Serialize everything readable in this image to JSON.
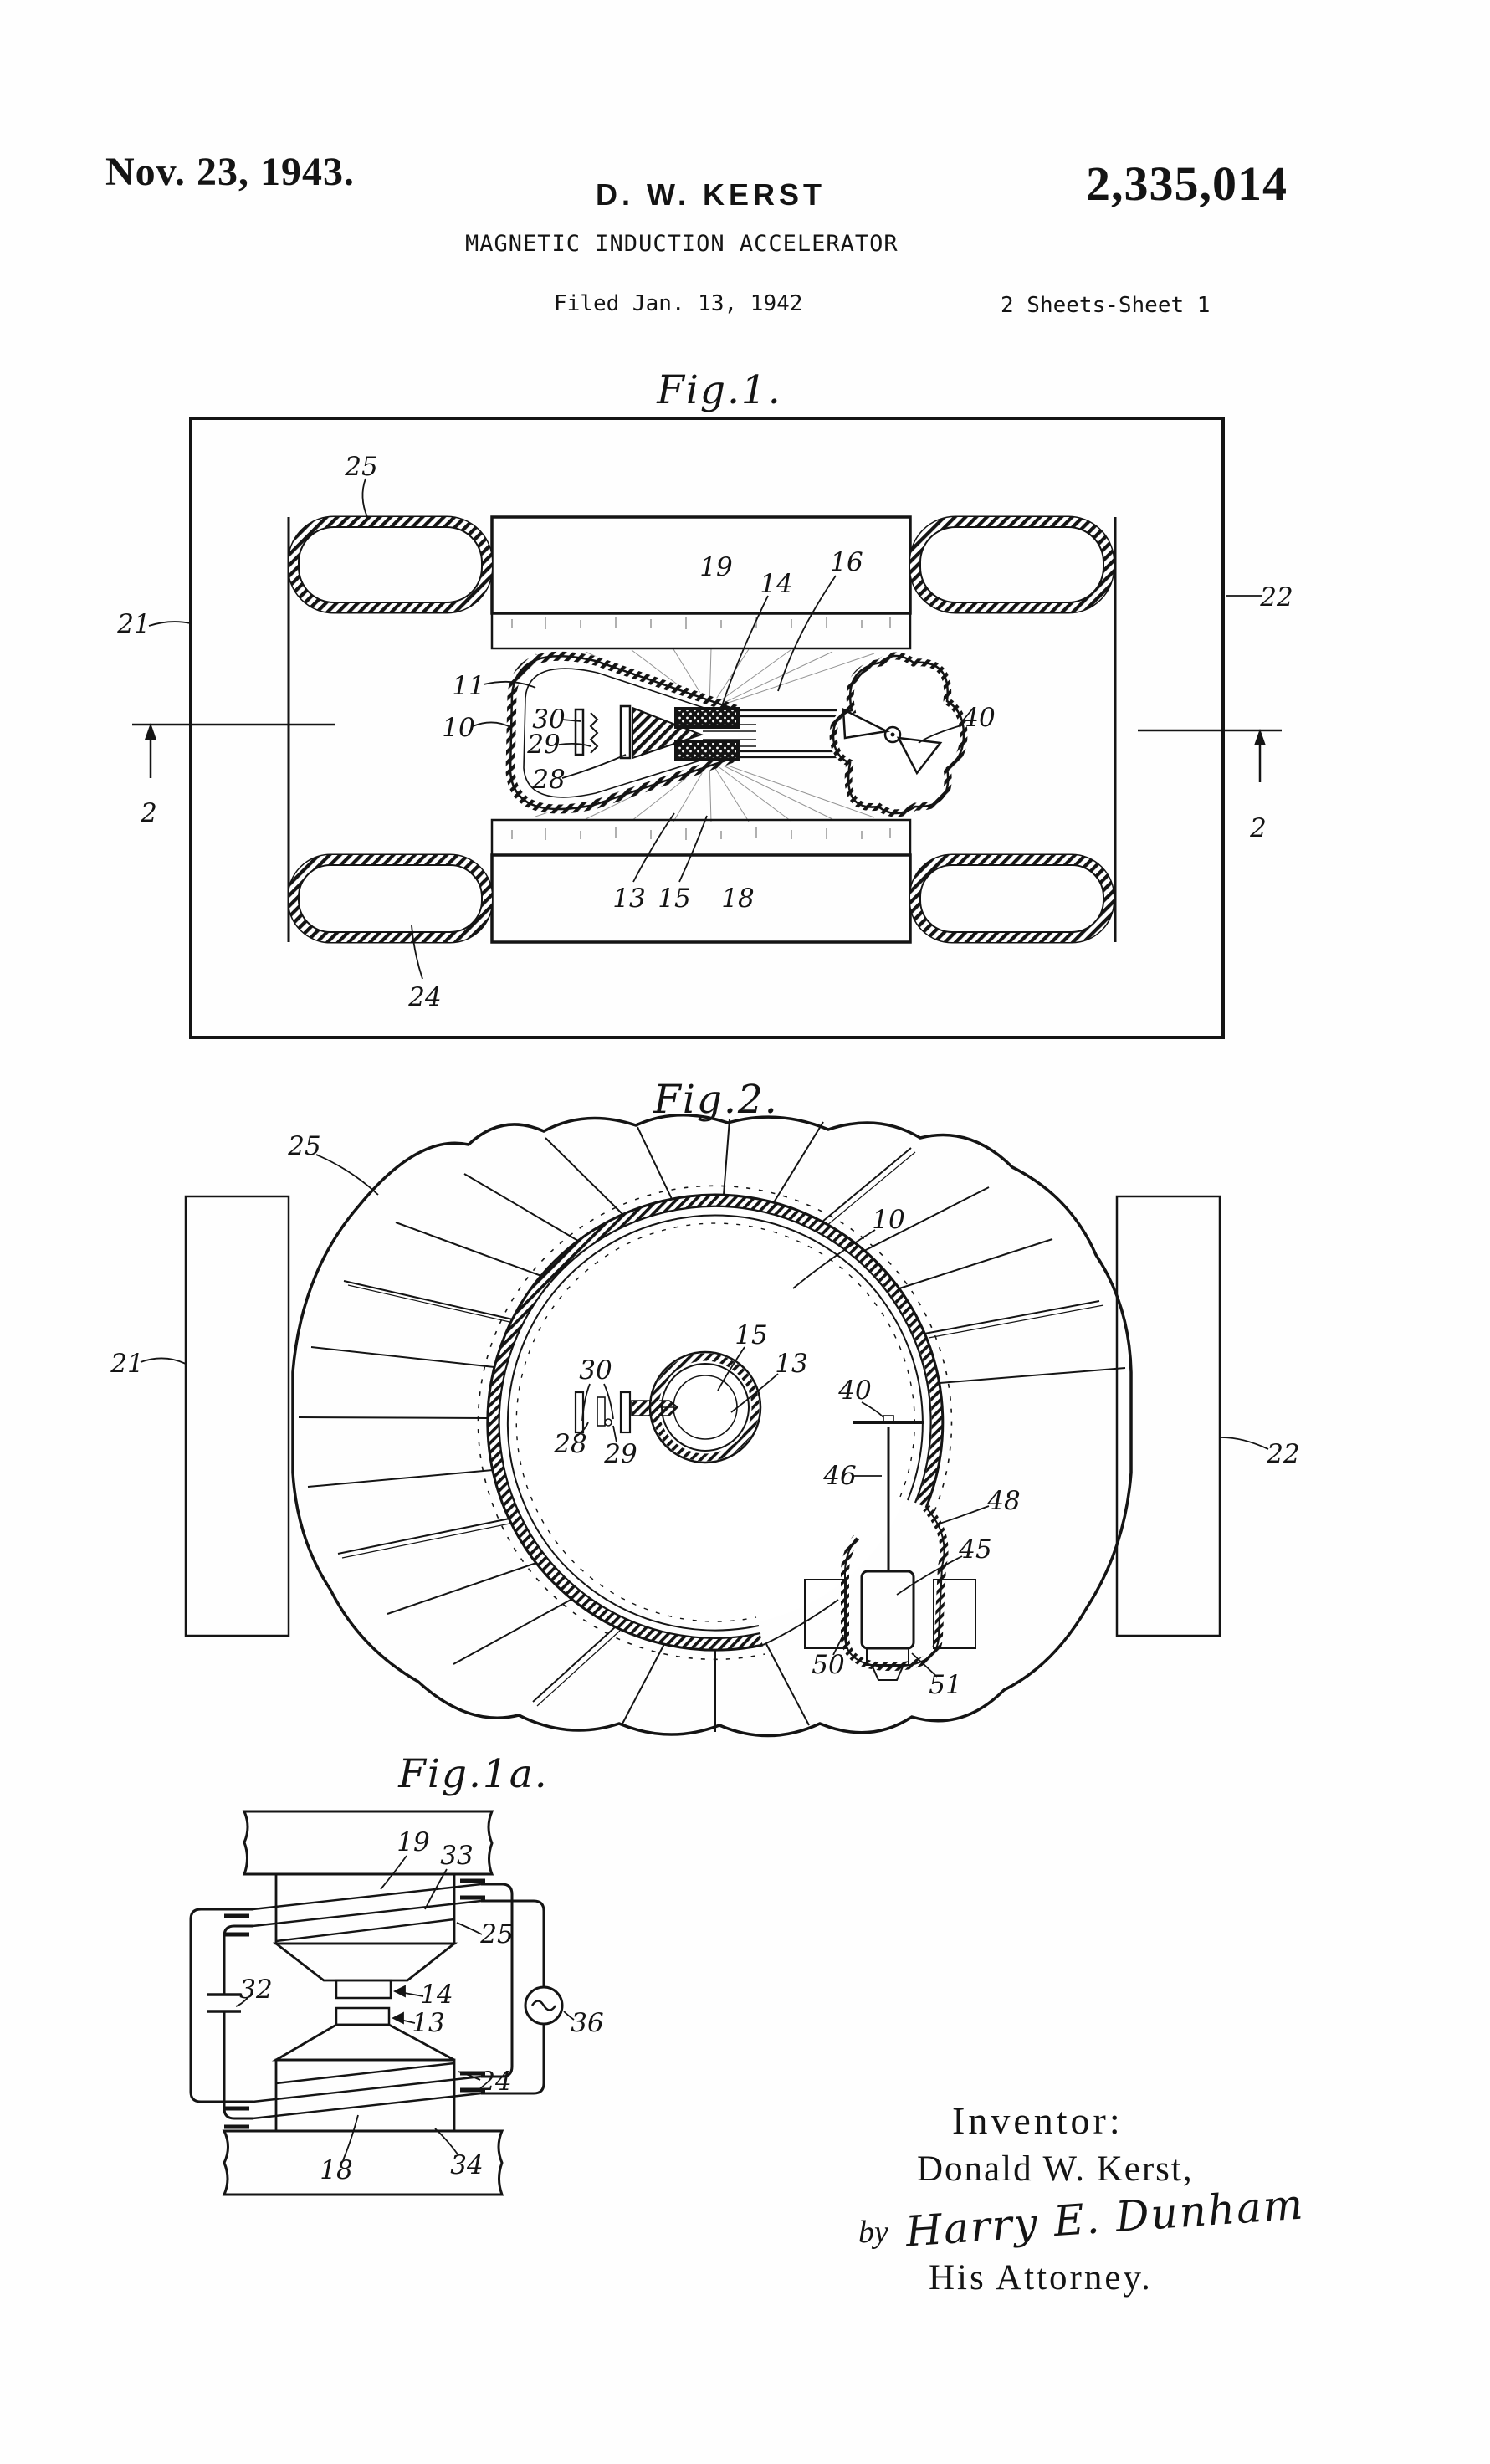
{
  "header": {
    "date": "Nov. 23, 1943.",
    "inventor_name": "D. W. KERST",
    "patent_number": "2,335,014",
    "title": "MAGNETIC INDUCTION ACCELERATOR",
    "filed": "Filed Jan. 13, 1942",
    "sheet": "2 Sheets-Sheet 1"
  },
  "figures": {
    "fig1": {
      "caption": "Fig.1.",
      "labels": [
        "25",
        "19",
        "14",
        "16",
        "21",
        "22",
        "11",
        "10",
        "30",
        "29",
        "28",
        "40",
        "2",
        "2",
        "13",
        "15",
        "18",
        "24"
      ]
    },
    "fig2": {
      "caption": "Fig.2.",
      "labels": [
        "25",
        "10",
        "21",
        "22",
        "15",
        "13",
        "30",
        "28",
        "29",
        "40",
        "46",
        "48",
        "45",
        "50",
        "51"
      ]
    },
    "fig1a": {
      "caption": "Fig.1a.",
      "labels": [
        "19",
        "33",
        "25",
        "32",
        "14",
        "13",
        "36",
        "24",
        "18",
        "34"
      ]
    }
  },
  "signature_block": {
    "inventor_heading": "Inventor:",
    "inventor_name": "Donald W. Kerst,",
    "by": "by",
    "signature": "Harry E. Dunham",
    "attorney": "His Attorney."
  }
}
